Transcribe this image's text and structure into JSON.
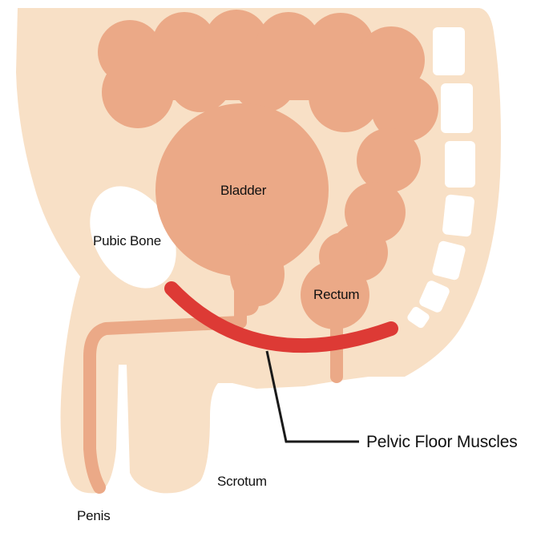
{
  "diagram": {
    "labels": {
      "bladder": "Bladder",
      "pubic_bone": "Pubic Bone",
      "rectum": "Rectum",
      "pelvic_floor": "Pelvic Floor Muscles",
      "scrotum": "Scrotum",
      "penis": "Penis"
    },
    "colors": {
      "skin": "#f8e0c6",
      "organ": "#eba987",
      "muscle": "#dd3a35",
      "bone": "#ffffff",
      "leader_line": "#1a1a1a",
      "background": "#ffffff"
    }
  }
}
